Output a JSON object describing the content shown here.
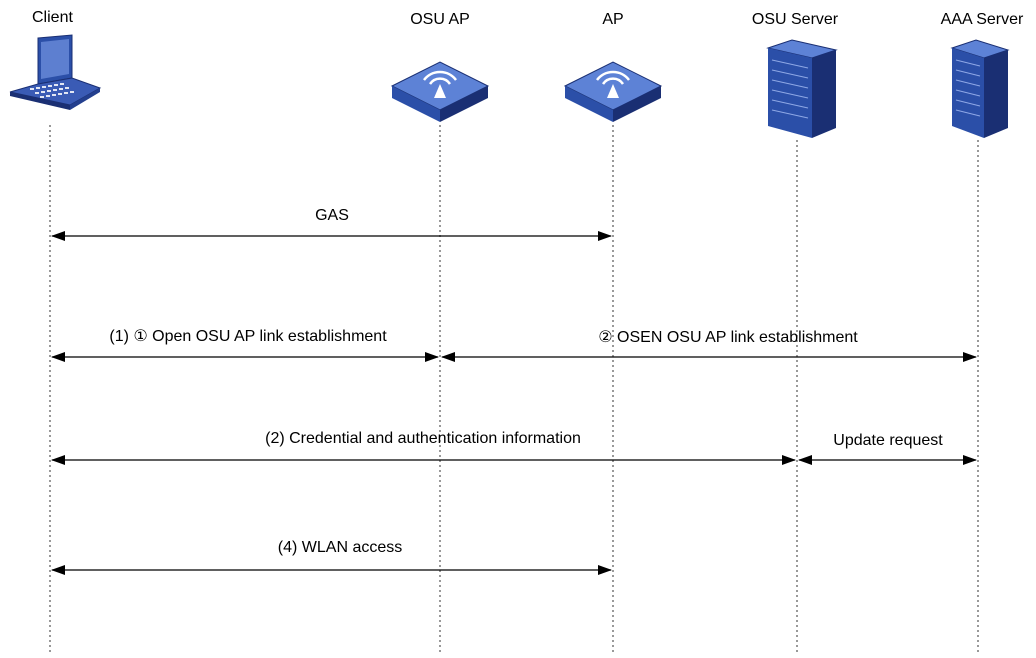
{
  "actors": [
    {
      "id": "client",
      "label": "Client",
      "icon": "laptop-icon"
    },
    {
      "id": "osu_ap",
      "label": "OSU AP",
      "icon": "access-point-icon"
    },
    {
      "id": "ap",
      "label": "AP",
      "icon": "access-point-icon"
    },
    {
      "id": "osu_server",
      "label": "OSU Server",
      "icon": "server-icon"
    },
    {
      "id": "aaa_server",
      "label": "AAA Server",
      "icon": "server-icon"
    }
  ],
  "messages": [
    {
      "id": "gas",
      "label": "GAS",
      "from": "client",
      "to": "ap"
    },
    {
      "id": "open_osu",
      "label": "(1) ① Open OSU AP link establishment",
      "from": "client",
      "to": "osu_ap"
    },
    {
      "id": "osen_osu",
      "label": "② OSEN OSU  AP link establishment",
      "from": "osu_ap",
      "to": "aaa_server"
    },
    {
      "id": "credential",
      "label": "(2) Credential and authentication information",
      "from": "client",
      "to": "osu_server"
    },
    {
      "id": "update",
      "label": "Update request",
      "from": "osu_server",
      "to": "aaa_server"
    },
    {
      "id": "wlan",
      "label": "(4) WLAN access",
      "from": "client",
      "to": "ap"
    }
  ],
  "colors": {
    "device_blue": "#2b4fa8",
    "device_top": "#5d82d6",
    "device_dark": "#1a2f73",
    "laptop_screen": "#3f5fb8"
  }
}
